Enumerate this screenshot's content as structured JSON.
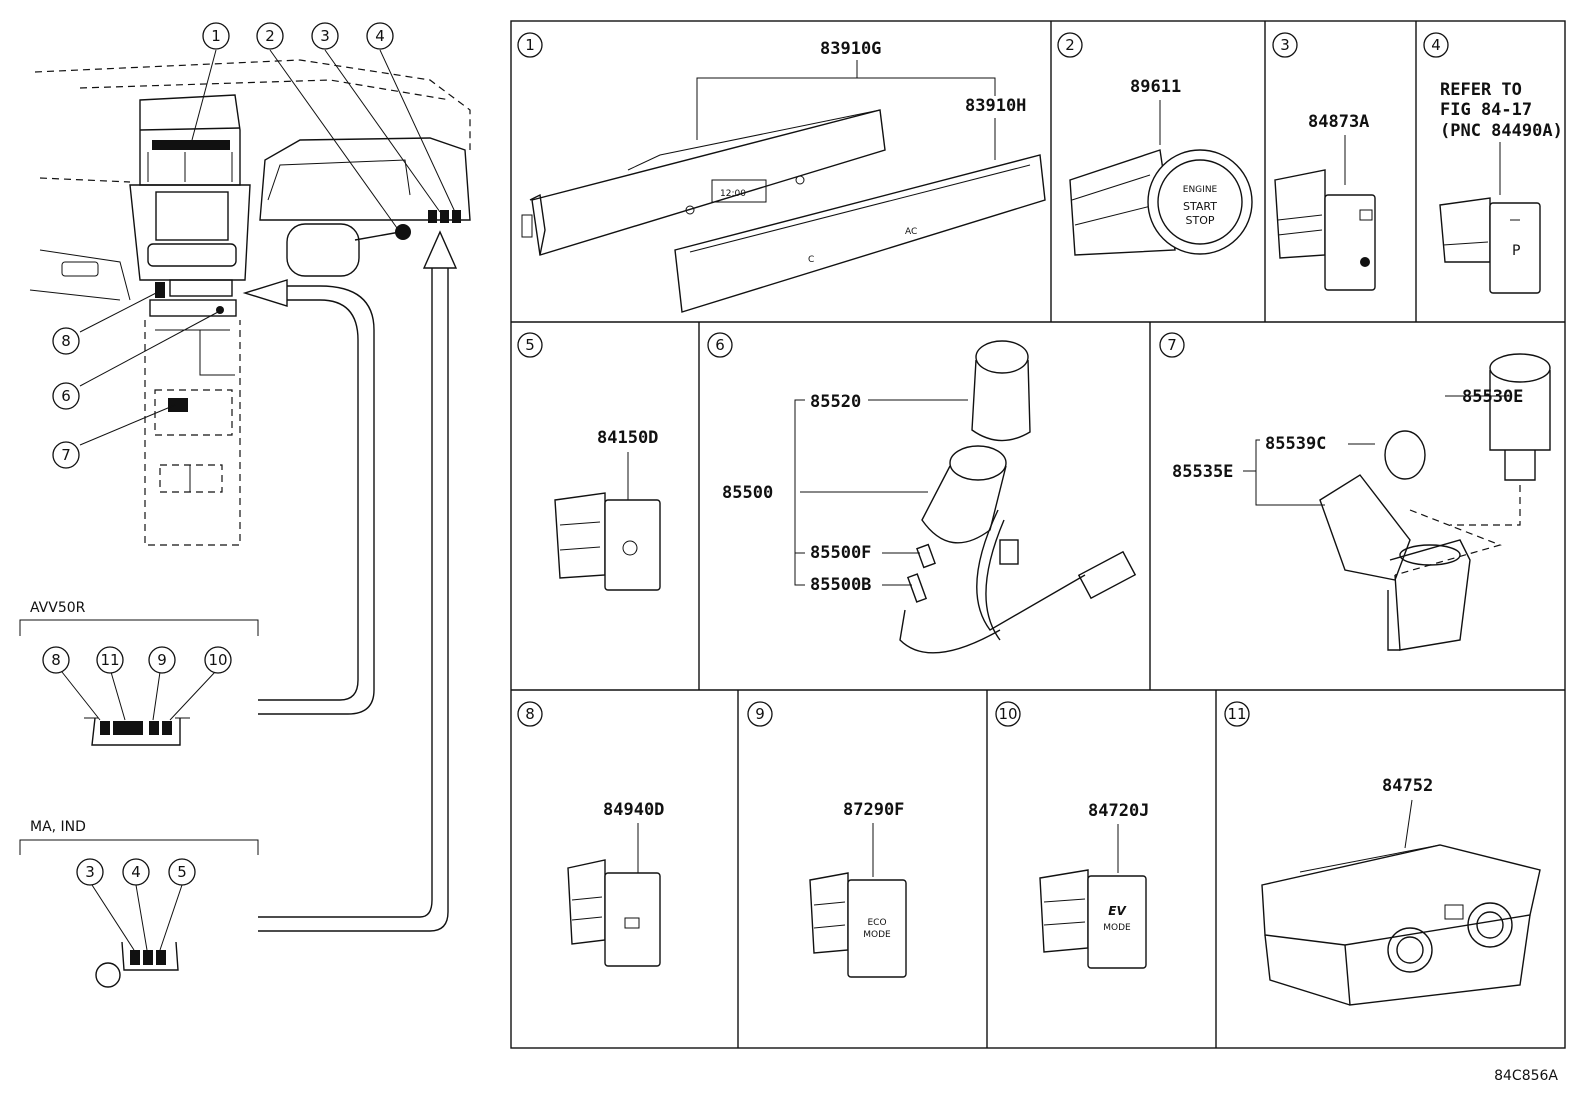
{
  "diagram_code": "84C856A",
  "overview": {
    "callouts": [
      "1",
      "2",
      "3",
      "4",
      "8",
      "6",
      "7"
    ],
    "variant_avv50r": {
      "label": "AVV50R",
      "callouts": [
        "8",
        "11",
        "9",
        "10"
      ]
    },
    "variant_ma_ind": {
      "label": "MA, IND",
      "callouts": [
        "3",
        "4",
        "5"
      ]
    }
  },
  "panels": {
    "p1": {
      "index": "1",
      "parts": [
        "83910G",
        "83910H"
      ],
      "display_text": "12:00",
      "button_text_1": "C",
      "button_text_2": "AC"
    },
    "p2": {
      "index": "2",
      "parts": [
        "89611"
      ],
      "button_lines": [
        "ENGINE",
        "START",
        "STOP"
      ]
    },
    "p3": {
      "index": "3",
      "parts": [
        "84873A"
      ]
    },
    "p4": {
      "index": "4",
      "refer_lines": [
        "REFER TO",
        "FIG 84-17",
        "(PNC 84490A)"
      ],
      "button_text": "P"
    },
    "p5": {
      "index": "5",
      "parts": [
        "84150D"
      ]
    },
    "p6": {
      "index": "6",
      "parts": [
        "85520",
        "85500",
        "85500F",
        "85500B"
      ]
    },
    "p7": {
      "index": "7",
      "parts": [
        "85530E",
        "85539C",
        "85535E"
      ]
    },
    "p8": {
      "index": "8",
      "parts": [
        "84940D"
      ]
    },
    "p9": {
      "index": "9",
      "parts": [
        "87290F"
      ],
      "button_lines": [
        "ECO",
        "MODE"
      ]
    },
    "p10": {
      "index": "10",
      "parts": [
        "84720J"
      ],
      "button_lines": [
        "EV",
        "MODE"
      ]
    },
    "p11": {
      "index": "11",
      "parts": [
        "84752"
      ]
    }
  }
}
